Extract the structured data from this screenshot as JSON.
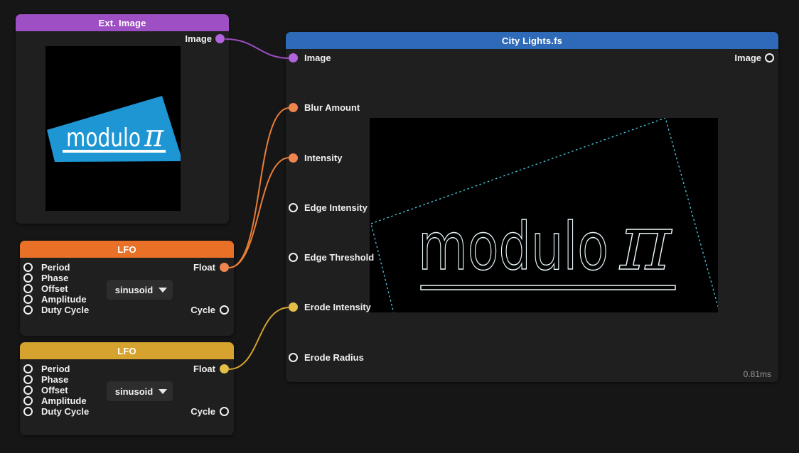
{
  "colors": {
    "background": "#161616",
    "node_body": "#1f1f1f",
    "header_purple": "#9d4fc3",
    "header_orange": "#e87127",
    "header_yellow": "#d5a32e",
    "header_blue": "#2f6ab8",
    "port_purple": "#b164dd",
    "port_orange": "#ef854e",
    "port_yellow": "#e3bf4a",
    "logo_blue": "#1e96d4",
    "edge_cyan": "#4fd6e8"
  },
  "nodes": {
    "ext_image": {
      "title": "Ext. Image",
      "output_label": "Image",
      "logo": {
        "word": "modulo",
        "pi": "π"
      }
    },
    "lfo1": {
      "title": "LFO",
      "inputs": [
        "Period",
        "Phase",
        "Offset",
        "Amplitude",
        "Duty Cycle"
      ],
      "dropdown_value": "sinusoid",
      "output_float": "Float",
      "output_cycle": "Cycle"
    },
    "lfo2": {
      "title": "LFO",
      "inputs": [
        "Period",
        "Phase",
        "Offset",
        "Amplitude",
        "Duty Cycle"
      ],
      "dropdown_value": "sinusoid",
      "output_float": "Float",
      "output_cycle": "Cycle"
    },
    "city_lights": {
      "title": "City Lights.fs",
      "input_image": "Image",
      "output_image": "Image",
      "inputs": [
        "Blur Amount",
        "Intensity",
        "Edge Intensity",
        "Edge Threshold",
        "Erode Intensity",
        "Erode Radius"
      ],
      "render_time": "0.81ms",
      "logo": {
        "word": "modulo",
        "pi": "π"
      }
    }
  },
  "connections": [
    {
      "from": "Ext. Image / Image",
      "to": "City Lights.fs / Image",
      "color": "#9b4fc0"
    },
    {
      "from": "LFO (top) / Float",
      "to": "City Lights.fs / Blur Amount",
      "color": "#e87e36"
    },
    {
      "from": "LFO (top) / Float",
      "to": "City Lights.fs / Intensity",
      "color": "#e87e36"
    },
    {
      "from": "LFO (bottom) / Float",
      "to": "City Lights.fs / Erode Intensity",
      "color": "#d5a32e"
    }
  ]
}
